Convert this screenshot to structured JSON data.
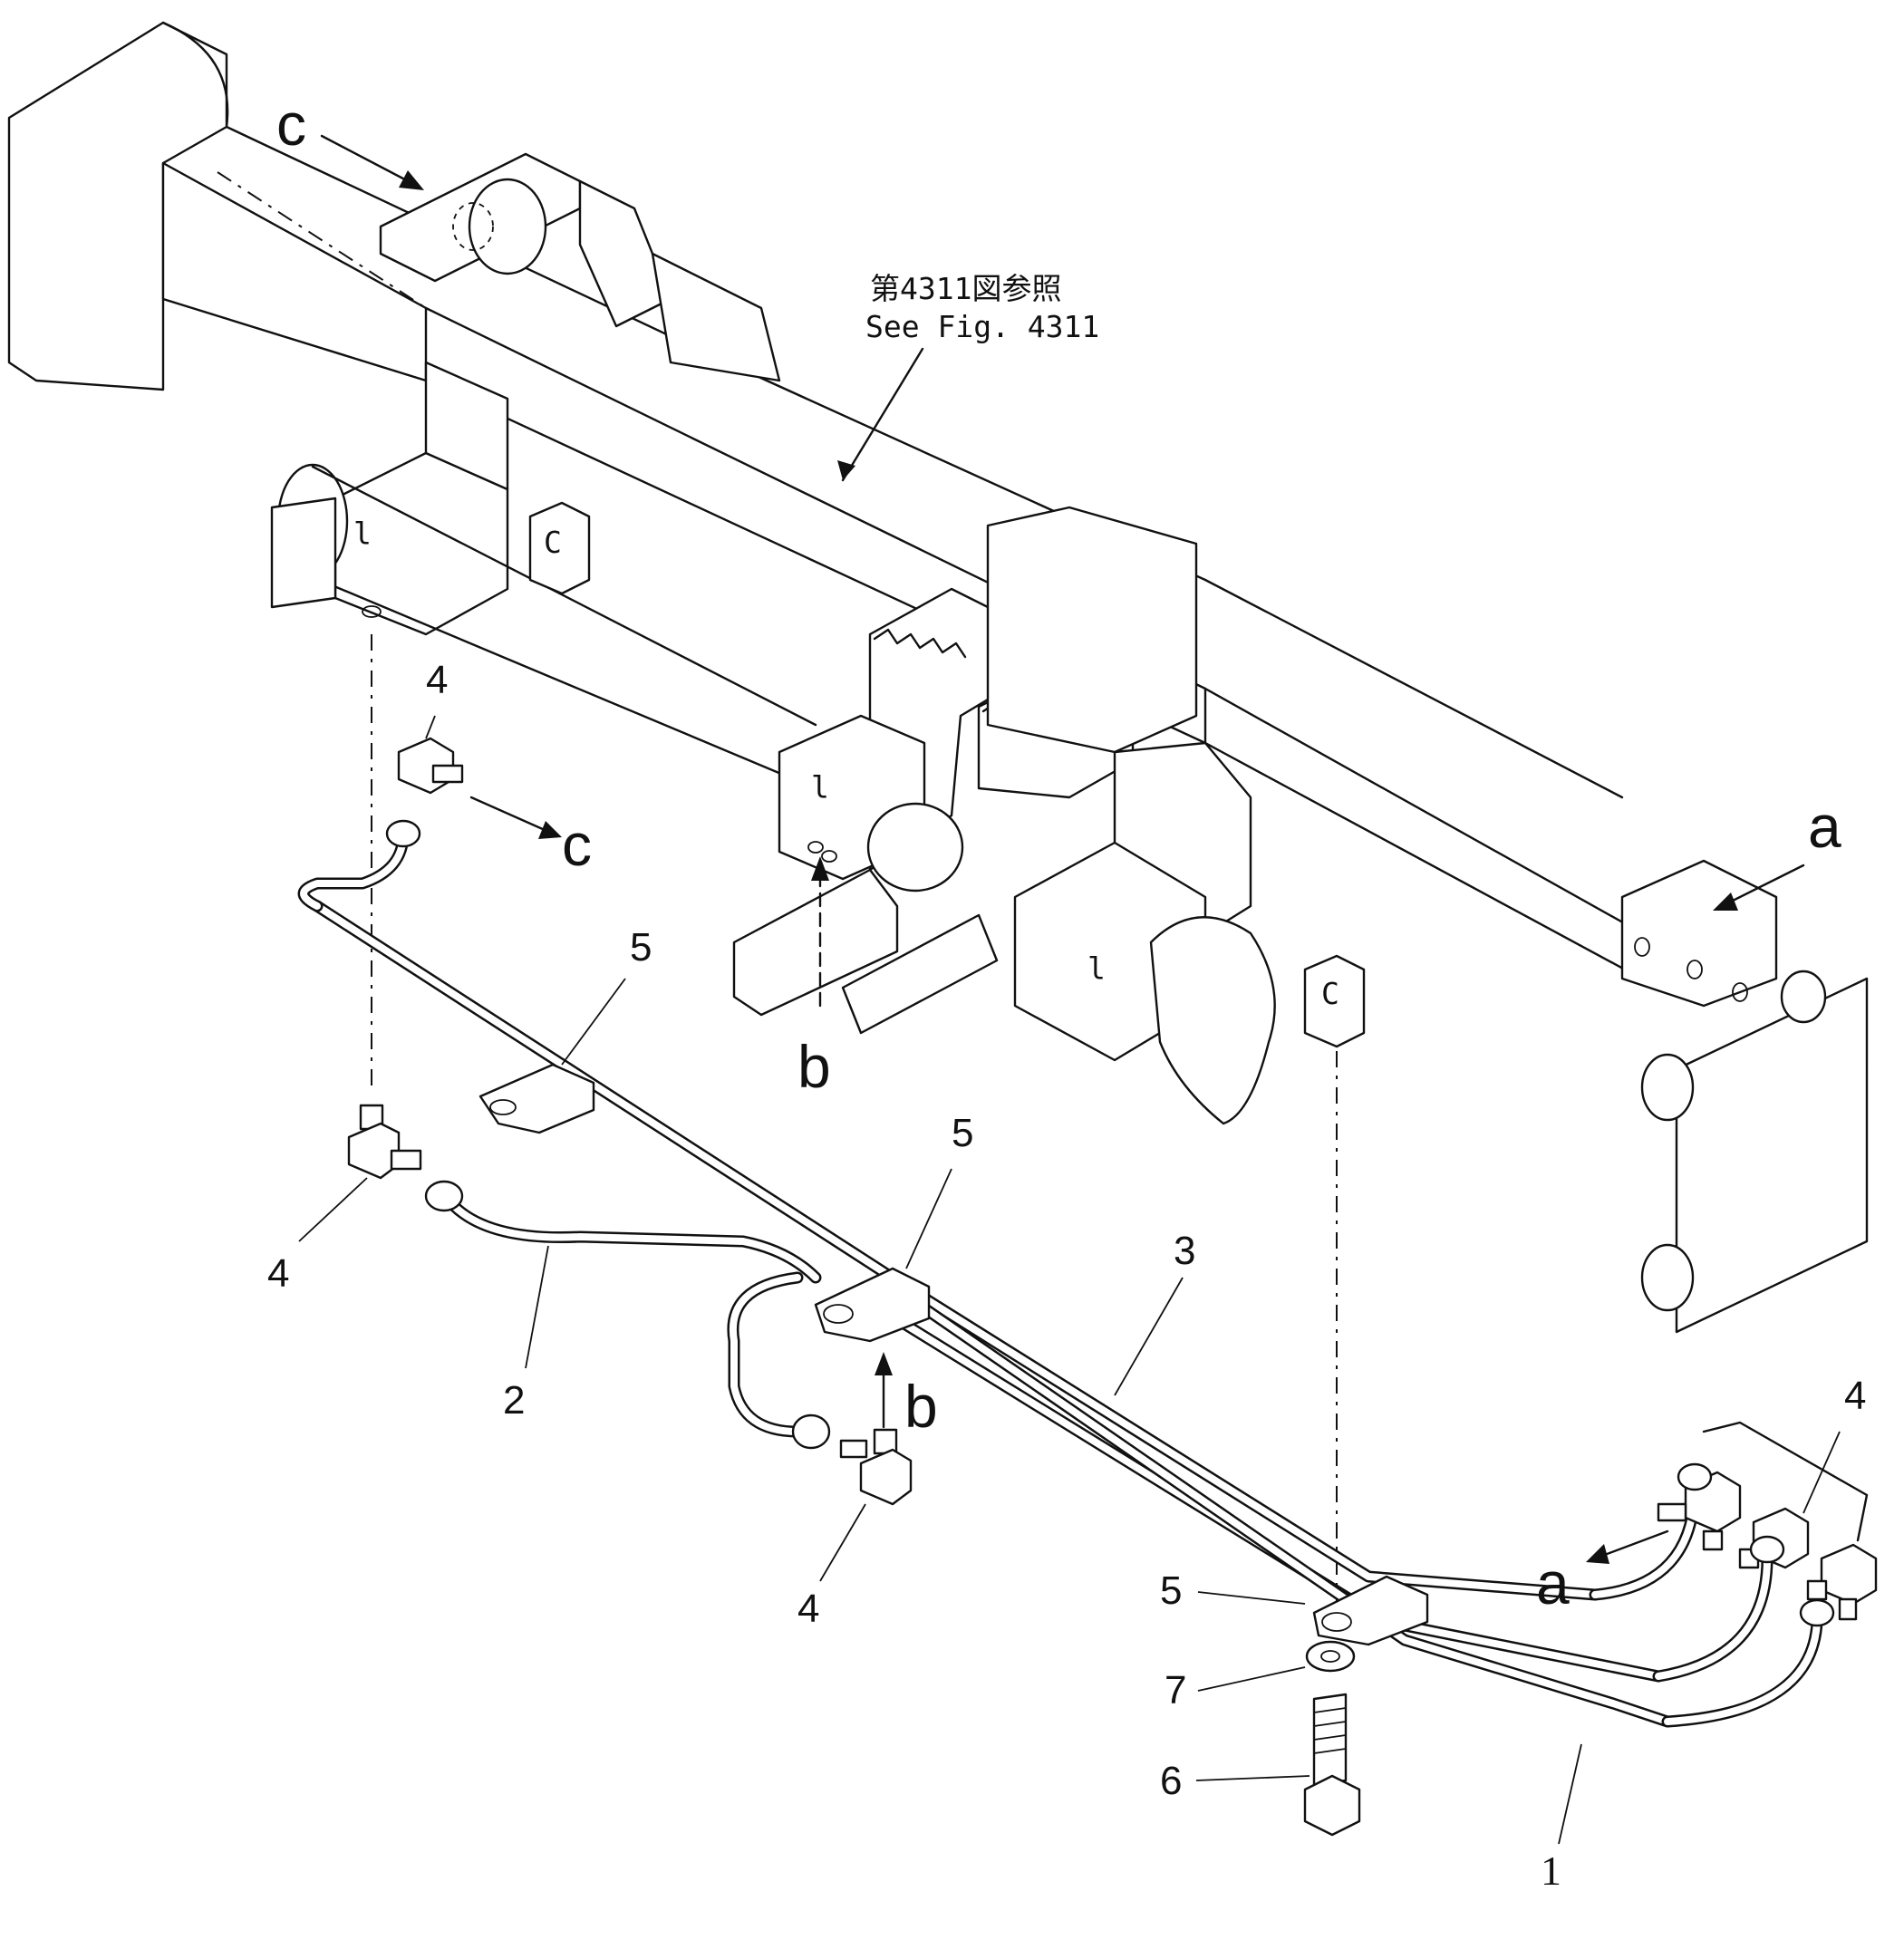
{
  "reference": {
    "japanese": "第4311図参照",
    "english": "See Fig. 4311"
  },
  "part_numbers": {
    "p1": "1",
    "p2": "2",
    "p3": "3",
    "p4": "4",
    "p5": "5",
    "p6": "6",
    "p7": "7"
  },
  "view_letters": {
    "a": "a",
    "b": "b",
    "c": "c"
  },
  "colors": {
    "ink": "#111111",
    "paper": "#ffffff"
  }
}
